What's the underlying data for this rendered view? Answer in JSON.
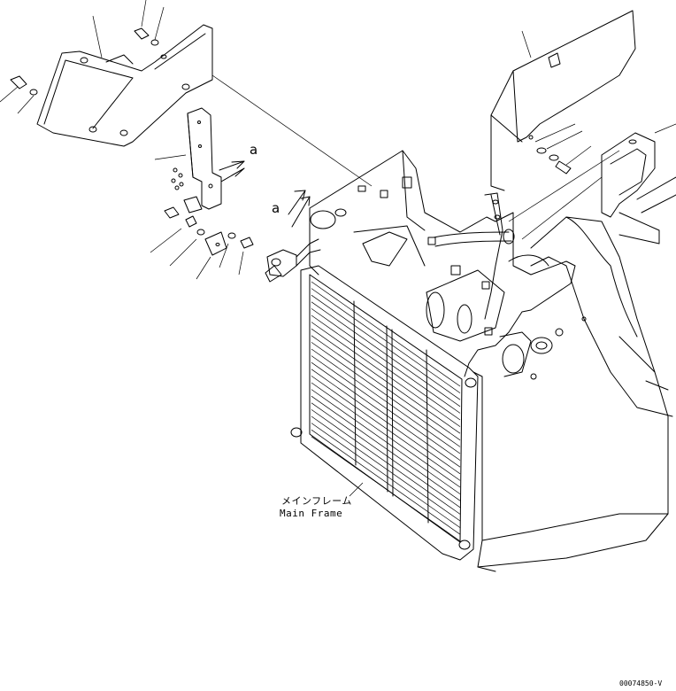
{
  "diagram": {
    "callouts": [
      "a",
      "a"
    ],
    "main_frame_label_ja": "メインフレーム",
    "main_frame_label_en": "Main Frame",
    "drawing_code": "00074850-V"
  }
}
